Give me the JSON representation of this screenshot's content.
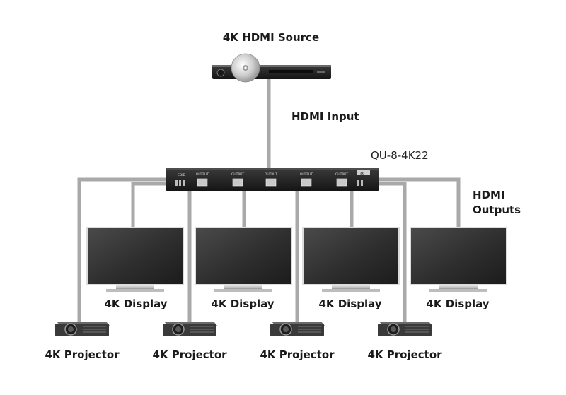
{
  "source": {
    "label": "4K HDMI Source"
  },
  "input": {
    "label": "HDMI Input"
  },
  "splitter": {
    "model": "QU-8-4K22",
    "port_label": "OUTPUT",
    "edid_label": "EDID",
    "brand_label": "4K"
  },
  "outputs": {
    "label_line1": "HDMI",
    "label_line2": "Outputs"
  },
  "displays": [
    {
      "label": "4K Display"
    },
    {
      "label": "4K Display"
    },
    {
      "label": "4K Display"
    },
    {
      "label": "4K Display"
    }
  ],
  "projectors": [
    {
      "label": "4K Projector"
    },
    {
      "label": "4K Projector"
    },
    {
      "label": "4K Projector"
    },
    {
      "label": "4K Projector"
    }
  ],
  "colors": {
    "cable": "#a9a9a9",
    "device": "#2b2b2b",
    "screen": "#3a3a3a"
  }
}
